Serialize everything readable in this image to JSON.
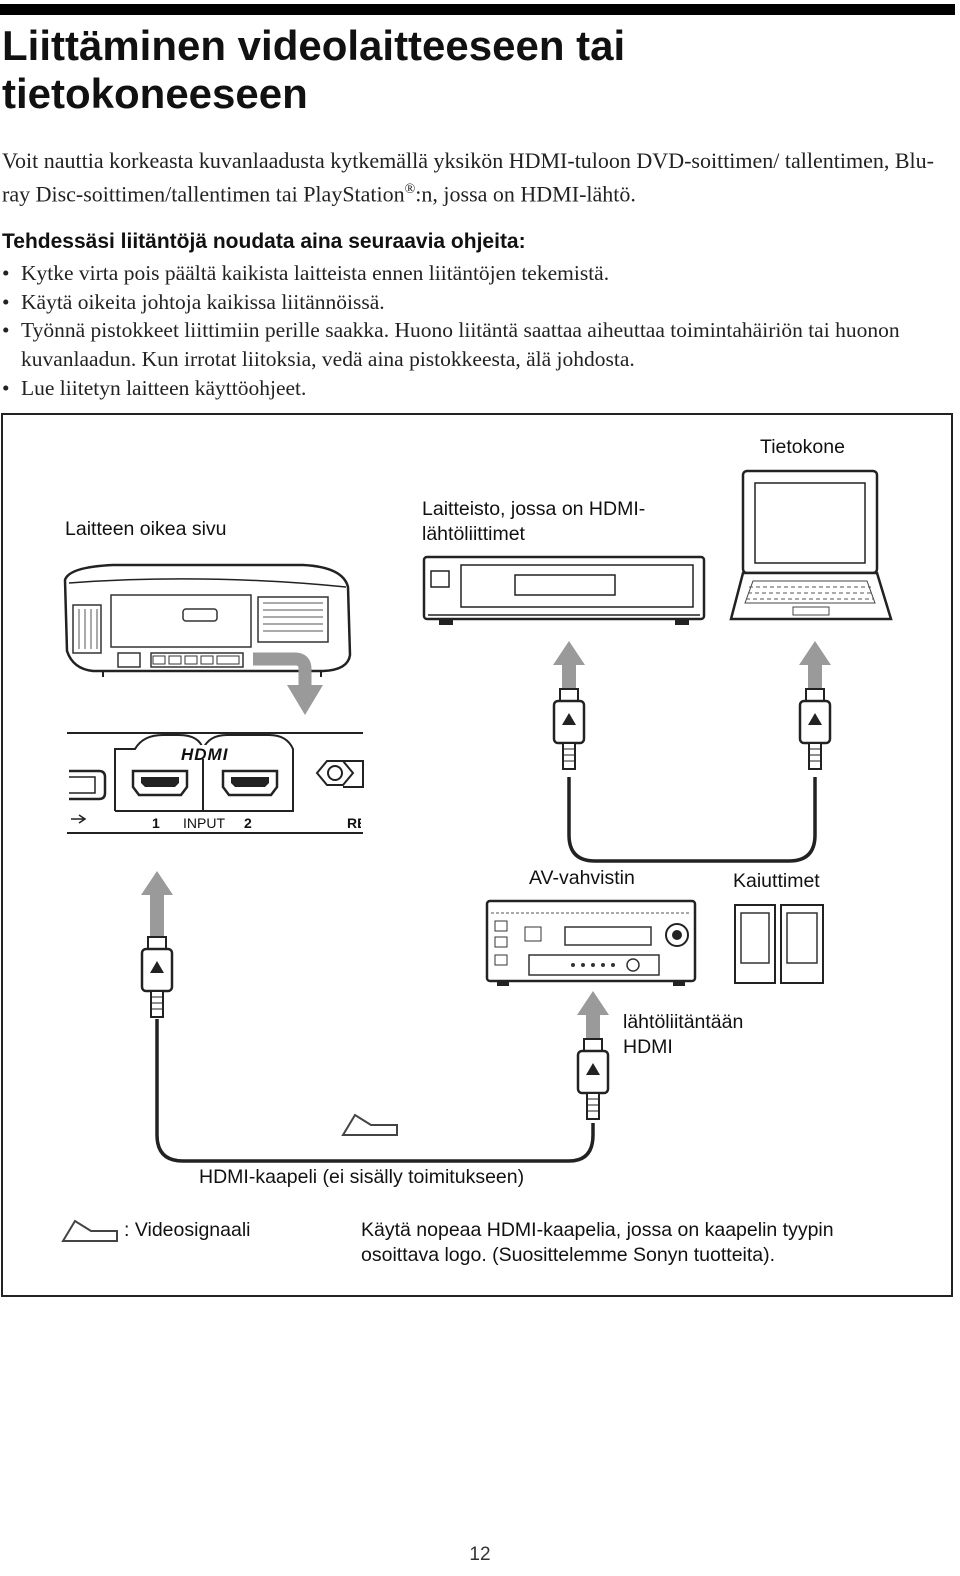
{
  "page": {
    "title": "Liittäminen videolaitteeseen tai tietokoneeseen",
    "intro_part1": "Voit nauttia korkeasta kuvanlaadusta kytkemällä yksikön HDMI-tuloon DVD-soittimen/ tallentimen, Blu-ray Disc-soittimen/tallentimen tai PlayStation",
    "intro_reg": "®",
    "intro_part2": ":n, jossa on HDMI-lähtö.",
    "subheading": "Tehdessäsi liitäntöjä noudata aina seuraavia ohjeita:",
    "bullets": [
      "Kytke virta pois päältä kaikista laitteista ennen liitäntöjen tekemistä.",
      "Käytä oikeita johtoja kaikissa liitännöissä.",
      "Työnnä pistokkeet liittimiin perille saakka. Huono liitäntä saattaa aiheuttaa toimintahäiriön tai huonon kuvanlaadun. Kun irrotat liitoksia, vedä aina pistokkeesta, älä johdosta.",
      "Lue liitetyn laitteen käyttöohjeet."
    ],
    "page_number": "12"
  },
  "diagram": {
    "label_computer": "Tietokone",
    "label_projector_side": "Laitteen oikea sivu",
    "label_equipment_line1": "Laitteisto, jossa on HDMI-",
    "label_equipment_line2": "lähtöliittimet",
    "label_av_amp": "AV-vahvistin",
    "label_speakers": "Kaiuttimet",
    "label_hdmi_out_line1": "lähtöliitäntään",
    "label_hdmi_out_line2": "HDMI",
    "label_cable": "HDMI-kaapeli (ei sisälly toimitukseen)",
    "legend_video_signal": ": Videosignaali",
    "note_line1": "Käytä nopeaa HDMI-kaapelia, jossa on kaapelin tyypin",
    "note_line2": "osoittava logo. (Suosittelemme Sonyn tuotteita).",
    "panel_logo": "HDMI",
    "panel_port1": "1",
    "panel_input": "INPUT",
    "panel_port2": "2",
    "panel_cut_text": "RE"
  }
}
